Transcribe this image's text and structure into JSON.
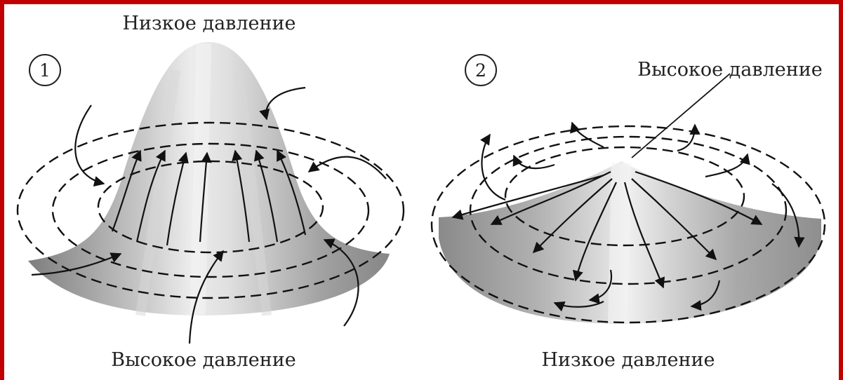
{
  "panel1": {
    "number": "1",
    "top_label": "Низкое давление",
    "bottom_label": "Высокое давление"
  },
  "panel2": {
    "number": "2",
    "top_label": "Высокое давление",
    "bottom_label": "Низкое давление"
  },
  "colors": {
    "border": "#c00000",
    "surface_dark": "#8c8c8c",
    "surface_mid": "#b5b5b5",
    "surface_light": "#e6e6e6",
    "lines": "#111111"
  }
}
